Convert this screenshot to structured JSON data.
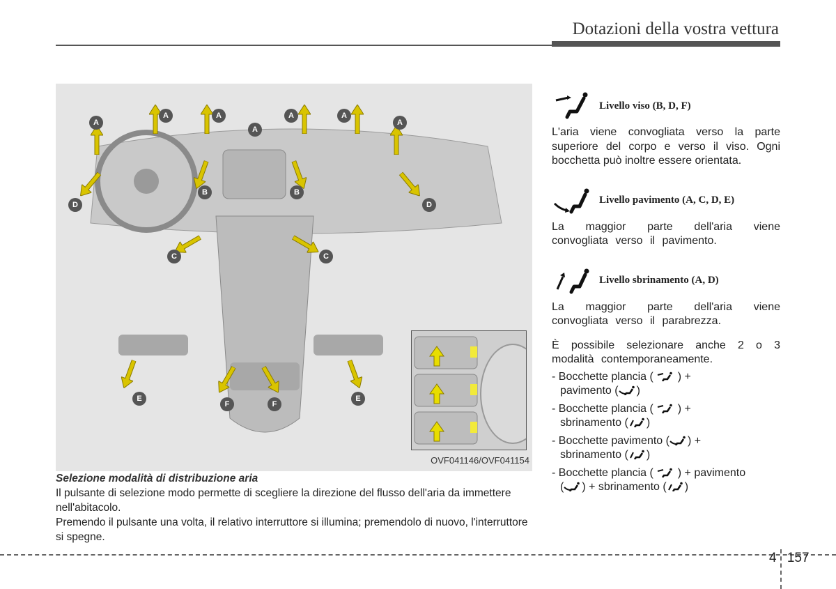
{
  "header": {
    "title": "Dotazioni della vostra vettura"
  },
  "figure": {
    "code": "OVF041146/OVF041154",
    "airflow_labels": [
      "A",
      "A",
      "A",
      "A",
      "A",
      "A",
      "A",
      "B",
      "B",
      "C",
      "C",
      "D",
      "D",
      "E",
      "E",
      "F",
      "F"
    ]
  },
  "caption": {
    "title": "Selezione modalità di distribuzione aria",
    "paragraphs": [
      "Il pulsante di selezione modo permette di scegliere la direzione del flusso dell'aria da immettere nell'abitacolo.",
      "Premendo il pulsante una volta, il relativo interruttore si illumina; premendolo di nuovo, l'interruttore si spegne."
    ]
  },
  "modes": [
    {
      "icon": "face-level-icon",
      "label": "Livello viso (B, D, F)",
      "description": "L'aria viene convogliata verso la parte superiore del corpo e verso il viso. Ogni bocchetta può inoltre essere orientata."
    },
    {
      "icon": "floor-level-icon",
      "label": "Livello pavimento (A, C, D, E)",
      "description": "La maggior parte dell'aria viene convogliata verso il pavimento."
    },
    {
      "icon": "defrost-level-icon",
      "label": "Livello sbrinamento (A, D)",
      "description": "La maggior parte dell'aria viene convogliata verso il parabrezza."
    }
  ],
  "combinations": {
    "intro": "È possibile selezionare anche 2 o 3 modalità contemporaneamente.",
    "items": [
      {
        "a": "- Bocchette plancia (",
        "b": ") +",
        "c": "pavimento (",
        "d": ")"
      },
      {
        "a": "- Bocchette plancia (",
        "b": ") +",
        "c": "sbrinamento (",
        "d": ")"
      },
      {
        "a": "- Bocchette pavimento (",
        "b": ") +",
        "c": "sbrinamento (",
        "d": ")"
      },
      {
        "a": "- Bocchette plancia (",
        "b": ") + pavimento",
        "c": "(",
        "d": ") + sbrinamento (",
        "e": ")"
      }
    ]
  },
  "footer": {
    "chapter": "4",
    "page": "157"
  },
  "colors": {
    "arrow_yellow": "#d9c400",
    "badge_grey": "#555555",
    "rule": "#555555"
  }
}
